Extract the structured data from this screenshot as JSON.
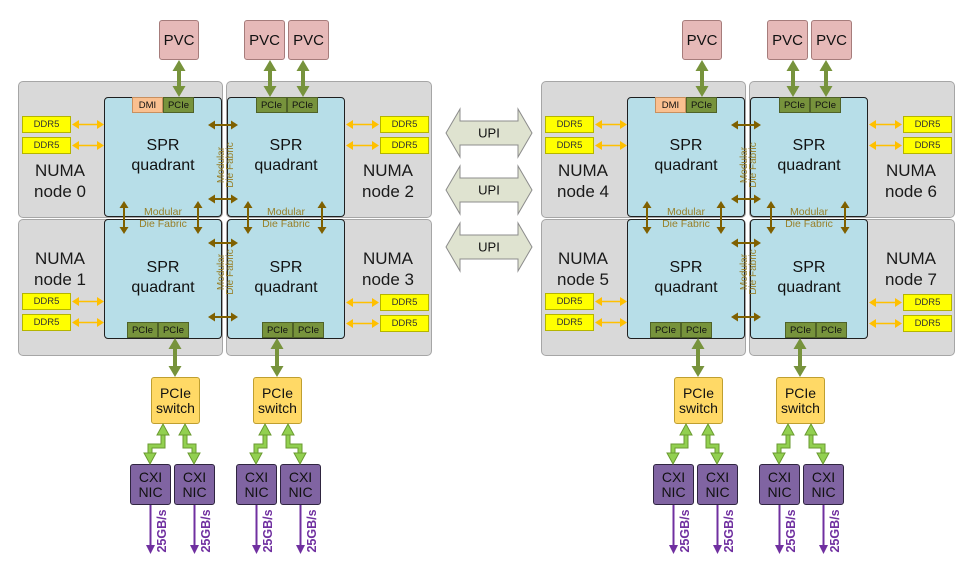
{
  "colors": {
    "numa_region": "#d9d9d9",
    "spr_quadrant": "#b7dee8",
    "pvc": "#e6b9b8",
    "ddr5": "#ffff00",
    "pcie_port": "#77933c",
    "dmi_port": "#fac090",
    "pcie_switch": "#ffd966",
    "cxi_nic": "#8064a2",
    "memory_link": "#ffc000",
    "gpu_link": "#77933c",
    "fabric_link": "#7f6000",
    "fabric_text": "#98802a",
    "switch_nic_link": "#92d050",
    "network_link": "#7030a0",
    "upi_fill": "#dfe3d0"
  },
  "upi_links": [
    "UPI",
    "UPI",
    "UPI"
  ],
  "sockets": [
    {
      "pvcs": [
        "PVC",
        "PVC",
        "PVC"
      ],
      "fabric": {
        "line1": "Modular",
        "line2": "Die Fabric"
      },
      "quadrants": [
        {
          "numa": "NUMA",
          "node": "node 0",
          "chip": "SPR",
          "chip_sub": "quadrant",
          "ddr": [
            "DDR5",
            "DDR5"
          ],
          "ports": [
            "DMI",
            "PCIe"
          ]
        },
        {
          "numa": "NUMA",
          "node": "node 1",
          "chip": "SPR",
          "chip_sub": "quadrant",
          "ddr": [
            "DDR5",
            "DDR5"
          ],
          "ports": [
            "PCIe",
            "PCIe"
          ]
        },
        {
          "numa": "NUMA",
          "node": "node 2",
          "chip": "SPR",
          "chip_sub": "quadrant",
          "ddr": [
            "DDR5",
            "DDR5"
          ],
          "ports": [
            "PCIe",
            "PCIe"
          ]
        },
        {
          "numa": "NUMA",
          "node": "node 3",
          "chip": "SPR",
          "chip_sub": "quadrant",
          "ddr": [
            "DDR5",
            "DDR5"
          ],
          "ports": [
            "PCIe",
            "PCIe"
          ]
        }
      ],
      "switches": [
        {
          "line1": "PCIe",
          "line2": "switch",
          "nics": [
            {
              "line1": "CXI",
              "line2": "NIC",
              "bandwidth": "25GB/s"
            },
            {
              "line1": "CXI",
              "line2": "NIC",
              "bandwidth": "25GB/s"
            }
          ]
        },
        {
          "line1": "PCIe",
          "line2": "switch",
          "nics": [
            {
              "line1": "CXI",
              "line2": "NIC",
              "bandwidth": "25GB/s"
            },
            {
              "line1": "CXI",
              "line2": "NIC",
              "bandwidth": "25GB/s"
            }
          ]
        }
      ]
    },
    {
      "pvcs": [
        "PVC",
        "PVC",
        "PVC"
      ],
      "fabric": {
        "line1": "Modular",
        "line2": "Die Fabric"
      },
      "quadrants": [
        {
          "numa": "NUMA",
          "node": "node 4",
          "chip": "SPR",
          "chip_sub": "quadrant",
          "ddr": [
            "DDR5",
            "DDR5"
          ],
          "ports": [
            "DMI",
            "PCIe"
          ]
        },
        {
          "numa": "NUMA",
          "node": "node 5",
          "chip": "SPR",
          "chip_sub": "quadrant",
          "ddr": [
            "DDR5",
            "DDR5"
          ],
          "ports": [
            "PCIe",
            "PCIe"
          ]
        },
        {
          "numa": "NUMA",
          "node": "node 6",
          "chip": "SPR",
          "chip_sub": "quadrant",
          "ddr": [
            "DDR5",
            "DDR5"
          ],
          "ports": [
            "PCIe",
            "PCIe"
          ]
        },
        {
          "numa": "NUMA",
          "node": "node 7",
          "chip": "SPR",
          "chip_sub": "quadrant",
          "ddr": [
            "DDR5",
            "DDR5"
          ],
          "ports": [
            "PCIe",
            "PCIe"
          ]
        }
      ],
      "switches": [
        {
          "line1": "PCIe",
          "line2": "switch",
          "nics": [
            {
              "line1": "CXI",
              "line2": "NIC",
              "bandwidth": "25GB/s"
            },
            {
              "line1": "CXI",
              "line2": "NIC",
              "bandwidth": "25GB/s"
            }
          ]
        },
        {
          "line1": "PCIe",
          "line2": "switch",
          "nics": [
            {
              "line1": "CXI",
              "line2": "NIC",
              "bandwidth": "25GB/s"
            },
            {
              "line1": "CXI",
              "line2": "NIC",
              "bandwidth": "25GB/s"
            }
          ]
        }
      ]
    }
  ]
}
